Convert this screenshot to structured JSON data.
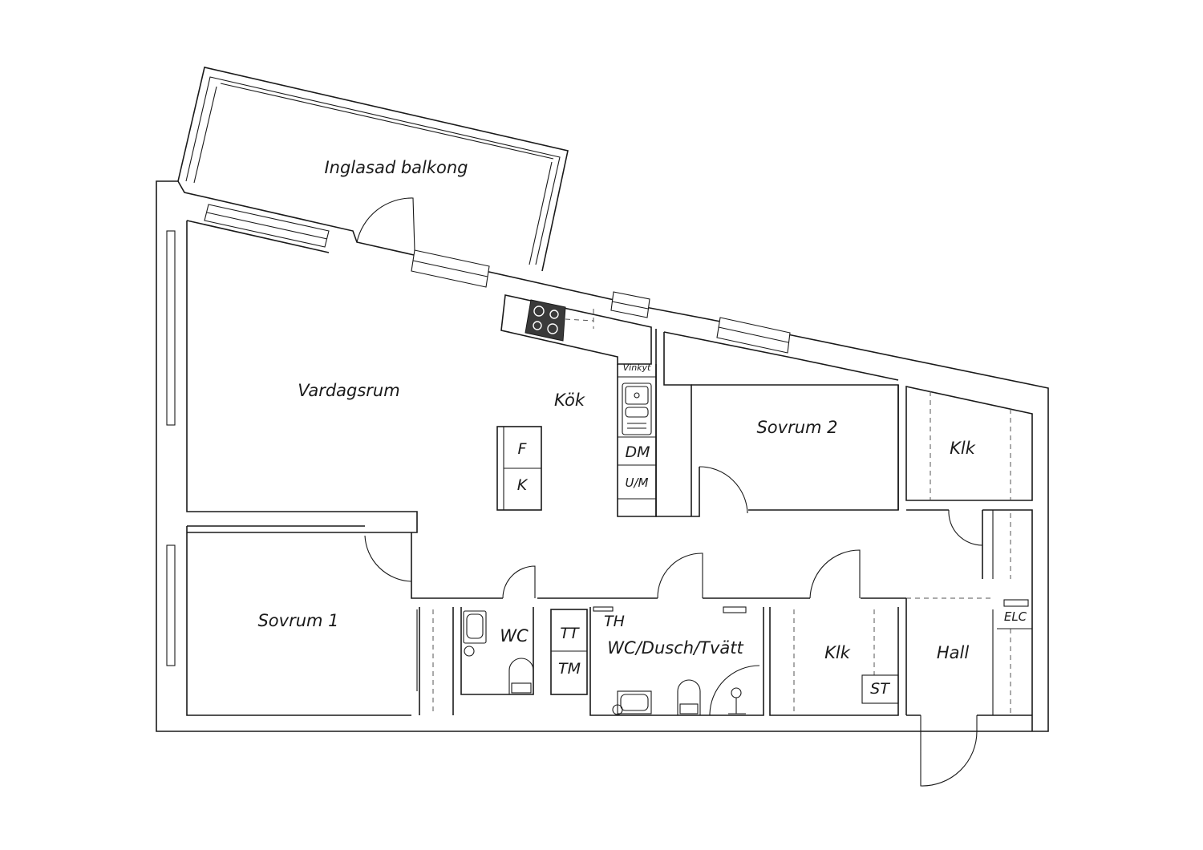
{
  "rooms": {
    "balcony": "Inglasad balkong",
    "living": "Vardagsrum",
    "kitchen": "Kök",
    "bedroom2": "Sovrum 2",
    "closet_top": "Klk",
    "bedroom1": "Sovrum 1",
    "wc": "WC",
    "bath": "WC/Dusch/Tvätt",
    "closet_bottom": "Klk",
    "hall": "Hall"
  },
  "fixtures": {
    "freezer": "F",
    "fridge": "K",
    "corner_cabinet": "Vinkyt",
    "dishwasher": "DM",
    "oven": "U/M",
    "dryer": "TT",
    "washer": "TM",
    "drying_rack": "TH",
    "storage": "ST",
    "electric_cabinet": "ELC"
  }
}
